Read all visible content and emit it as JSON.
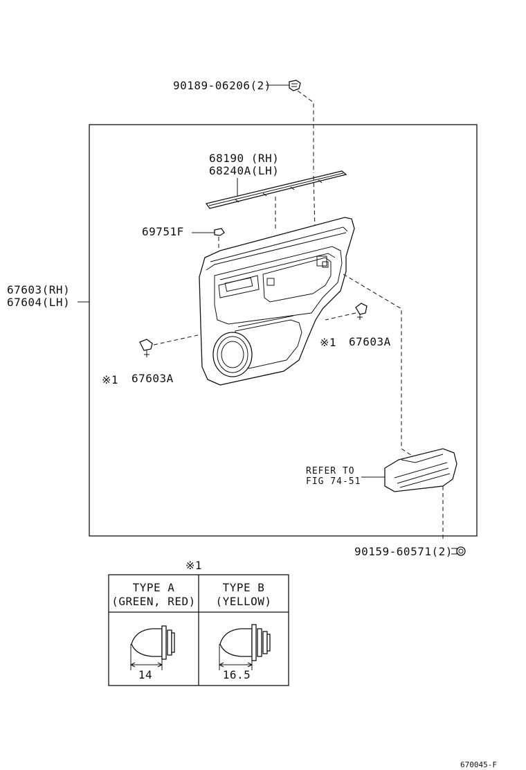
{
  "parts": {
    "screw_top": "90189-06206(2)",
    "moulding_rh": "68190 (RH)",
    "moulding_lh": "68240A(LH)",
    "clip_69751f": "69751F",
    "trim_rh": "67603(RH)",
    "trim_lh": "67604(LH)",
    "clip_right_mark": "※1",
    "clip_right_code": "67603A",
    "clip_left_mark": "※1",
    "clip_left_code": "67603A",
    "refer_line1": "REFER TO",
    "refer_line2": "FIG 74-51",
    "screw_bottom": "90159-60571(2)"
  },
  "clip_table": {
    "mark": "※1",
    "type_a_title": "TYPE A",
    "type_a_color": "(GREEN, RED)",
    "type_a_dim": "14",
    "type_b_title": "TYPE B",
    "type_b_color": "(YELLOW)",
    "type_b_dim": "16.5"
  },
  "figure_code": "670045-F"
}
